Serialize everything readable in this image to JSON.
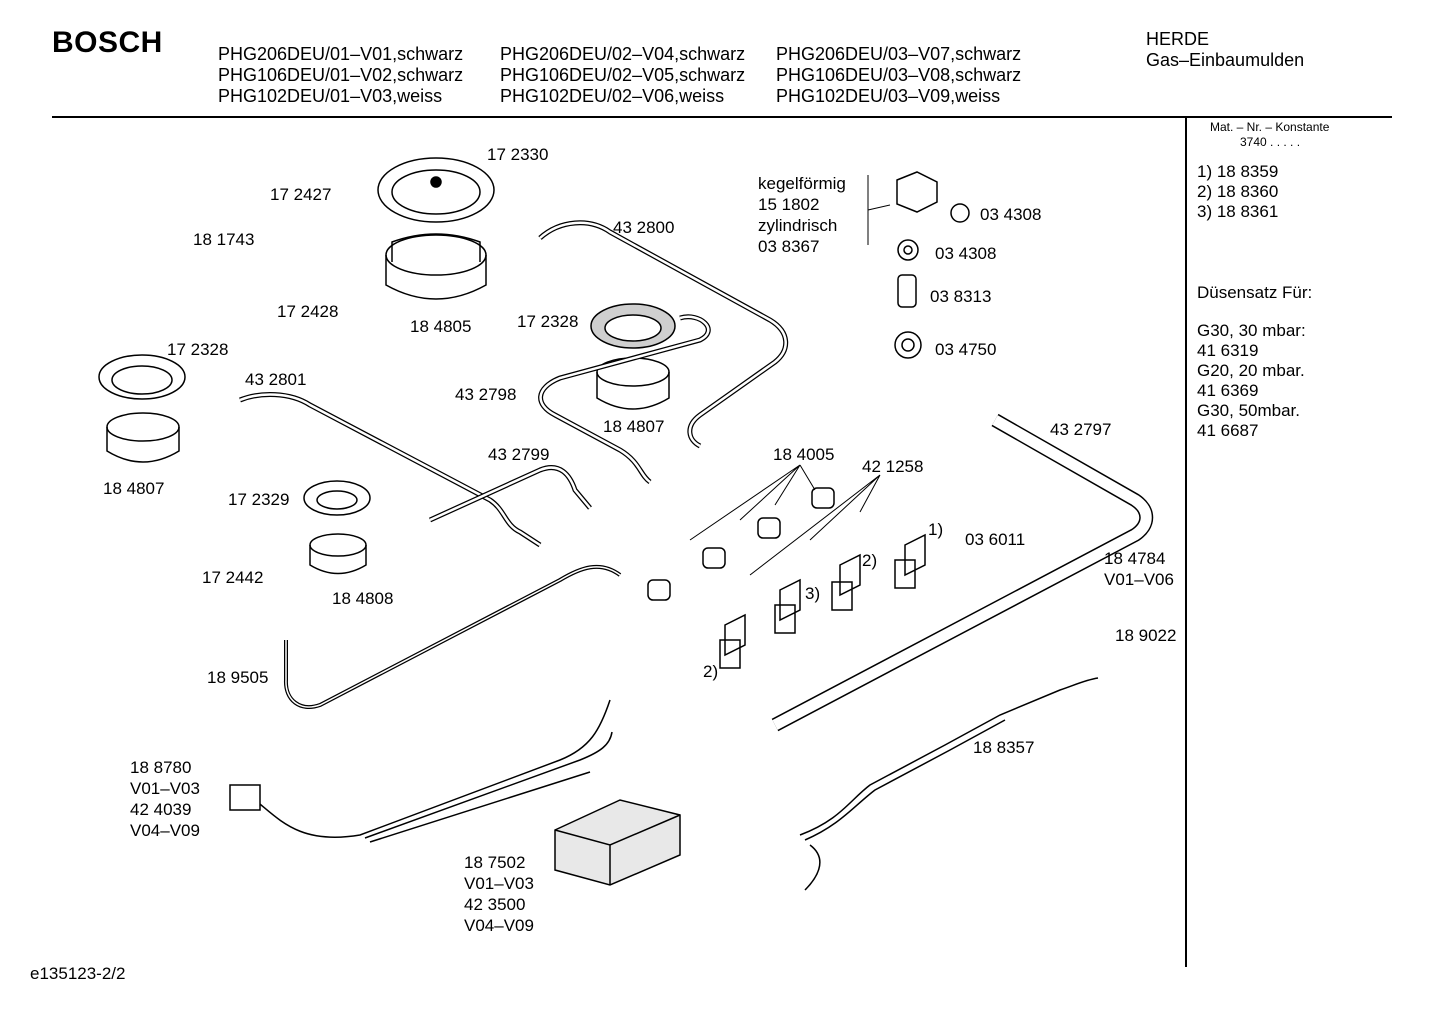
{
  "header": {
    "brand": "BOSCH",
    "models_col1": [
      "PHG206DEU/01–V01,schwarz",
      "PHG106DEU/01–V02,schwarz",
      "PHG102DEU/01–V03,weiss"
    ],
    "models_col2": [
      "PHG206DEU/02–V04,schwarz",
      "PHG106DEU/02–V05,schwarz",
      "PHG102DEU/02–V06,weiss"
    ],
    "models_col3": [
      "PHG206DEU/03–V07,schwarz",
      "PHG106DEU/03–V08,schwarz",
      "PHG102DEU/03–V09,weiss"
    ],
    "category": "HERDE",
    "subcategory": "Gas–Einbaumulden"
  },
  "sidebar": {
    "mat_label": "Mat. – Nr. – Konstante",
    "mat_value": "3740 .  .  .  .  .",
    "variants": [
      "1) 18 8359",
      "2) 18 8360",
      "3) 18 8361"
    ],
    "nozzle_title": "Düsensatz Für:",
    "nozzles": [
      "G30, 30 mbar:",
      "41 6319",
      "G20, 20 mbar.",
      "41 6369",
      "G30, 50mbar.",
      "41 6687"
    ]
  },
  "parts": {
    "p172330": "17 2330",
    "p172427": "17 2427",
    "p181743": "18 1743",
    "p172428": "17 2428",
    "p184805": "18 4805",
    "p432800": "43 2800",
    "p172328a": "17 2328",
    "p172328b": "17 2328",
    "p432801": "43 2801",
    "p432798": "43 2798",
    "p184807a": "18 4807",
    "p184807b": "18 4807",
    "p432799": "43 2799",
    "p172329": "17 2329",
    "p172442": "17 2442",
    "p184808": "18 4808",
    "p189505": "18 9505",
    "p184005": "18 4005",
    "p421258": "42 1258",
    "p036011": "03 6011",
    "p432797": "43 2797",
    "p184784": "18 4784",
    "p184784v": "V01–V06",
    "p189022": "18 9022",
    "p188357": "18 8357",
    "kegel": "kegelförmig",
    "p151802": "15 1802",
    "zylind": "zylindrisch",
    "p038367": "03 8367",
    "p034308a": "03 4308",
    "p034308b": "03 4308",
    "p038313": "03 8313",
    "p034750": "03 4750",
    "p188780": [
      "18 8780",
      "V01–V03",
      "42 4039",
      "V04–V09"
    ],
    "p187502": [
      "18 7502",
      "V01–V03",
      "42 3500",
      "V04–V09"
    ],
    "v1": "1)",
    "v2a": "2)",
    "v3": "3)",
    "v2b": "2)"
  },
  "footer": {
    "doc_id": "e135123-2/2"
  }
}
